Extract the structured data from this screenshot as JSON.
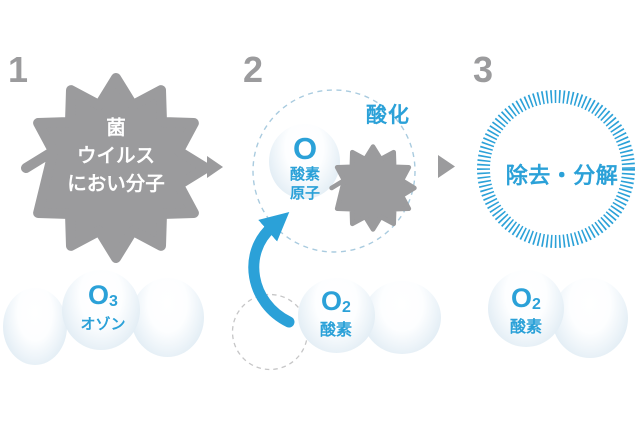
{
  "diagram": {
    "accent_blue": "#2ba1d8",
    "gray": "#9b9b9d",
    "steps": [
      {
        "number": "1",
        "star_label_lines": [
          "菌",
          "ウイルス",
          "におい分子"
        ],
        "molecule": {
          "symbol": "O",
          "subscript": "3",
          "label": "オゾン"
        }
      },
      {
        "number": "2",
        "oxidation_label": "酸化",
        "atom": {
          "symbol": "O",
          "label_line1": "酸素",
          "label_line2": "原子"
        },
        "molecule": {
          "symbol": "O",
          "subscript": "2",
          "label": "酸素"
        }
      },
      {
        "number": "3",
        "result_label": "除去・分解",
        "molecule": {
          "symbol": "O",
          "subscript": "2",
          "label": "酸素"
        }
      }
    ]
  }
}
